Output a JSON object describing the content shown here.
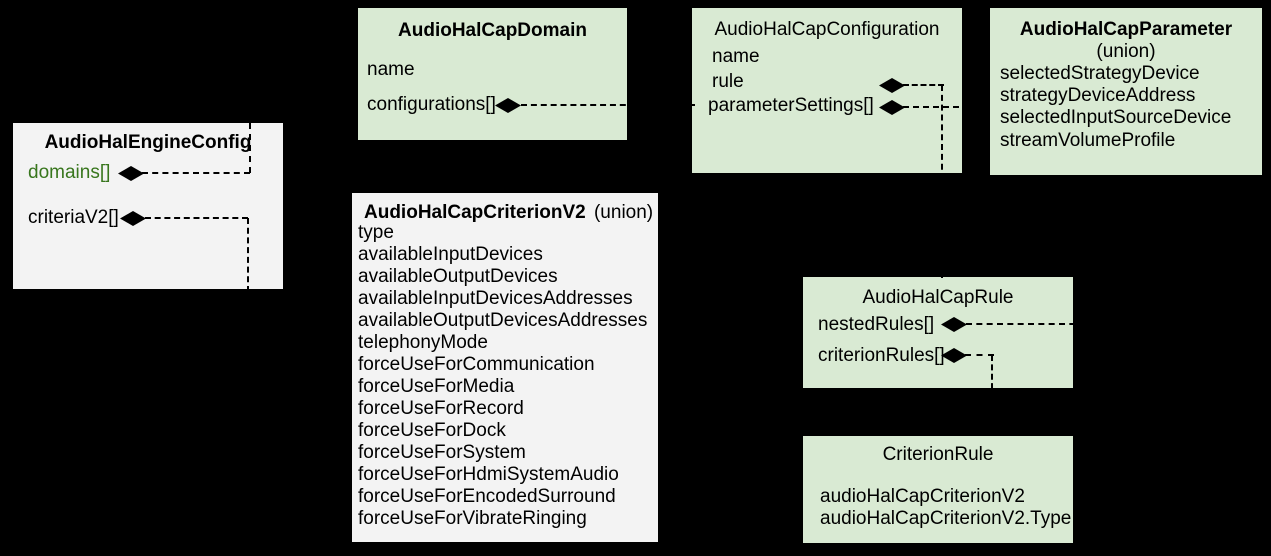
{
  "colors": {
    "background": "#000000",
    "green_box": "#d9ead3",
    "gray_box": "#f3f3f3",
    "field_text": "#000000",
    "accent_green_text": "#38761d",
    "connector_line": "#000000"
  },
  "boxes": {
    "engine": {
      "title": "AudioHalEngineConfig",
      "fields": [
        "domains[]",
        "criteriaV2[]"
      ]
    },
    "domain": {
      "title": "AudioHalCapDomain",
      "fields": [
        "name",
        "configurations[]"
      ]
    },
    "configuration": {
      "title": "AudioHalCapConfiguration",
      "fields": [
        "name",
        "rule",
        "parameterSettings[]"
      ]
    },
    "parameter": {
      "title": "AudioHalCapParameter",
      "subtitle": "(union)",
      "fields": [
        "selectedStrategyDevice",
        "strategyDeviceAddress",
        "selectedInputSourceDevice",
        "streamVolumeProfile"
      ]
    },
    "criterion": {
      "title": "AudioHalCapCriterionV2",
      "subtitle": "(union)",
      "fields": [
        "type",
        "availableInputDevices",
        "availableOutputDevices",
        "availableInputDevicesAddresses",
        "availableOutputDevicesAddresses",
        "telephonyMode",
        "forceUseForCommunication",
        "forceUseForMedia",
        "forceUseForRecord",
        "forceUseForDock",
        "forceUseForSystem",
        "forceUseForHdmiSystemAudio",
        "forceUseForEncodedSurround",
        "forceUseForVibrateRinging"
      ]
    },
    "rule": {
      "title": "AudioHalCapRule",
      "fields": [
        "nestedRules[]",
        "criterionRules[]"
      ]
    },
    "criterion_rule": {
      "title": "CriterionRule",
      "fields": [
        "audioHalCapCriterionV2",
        "audioHalCapCriterionV2.Type"
      ]
    }
  },
  "edges": [
    {
      "from": "AudioHalEngineConfig.domains[]",
      "to": "AudioHalCapDomain",
      "type": "composition"
    },
    {
      "from": "AudioHalEngineConfig.criteriaV2[]",
      "to": "AudioHalCapCriterionV2",
      "type": "composition"
    },
    {
      "from": "AudioHalCapDomain.configurations[]",
      "to": "AudioHalCapConfiguration",
      "type": "composition"
    },
    {
      "from": "AudioHalCapConfiguration.rule",
      "to": "AudioHalCapRule",
      "type": "composition"
    },
    {
      "from": "AudioHalCapConfiguration.parameterSettings[]",
      "to": "AudioHalCapParameter",
      "type": "composition"
    },
    {
      "from": "AudioHalCapRule.nestedRules[]",
      "to": "AudioHalCapRule",
      "type": "composition"
    },
    {
      "from": "AudioHalCapRule.criterionRules[]",
      "to": "CriterionRule",
      "type": "composition"
    }
  ]
}
